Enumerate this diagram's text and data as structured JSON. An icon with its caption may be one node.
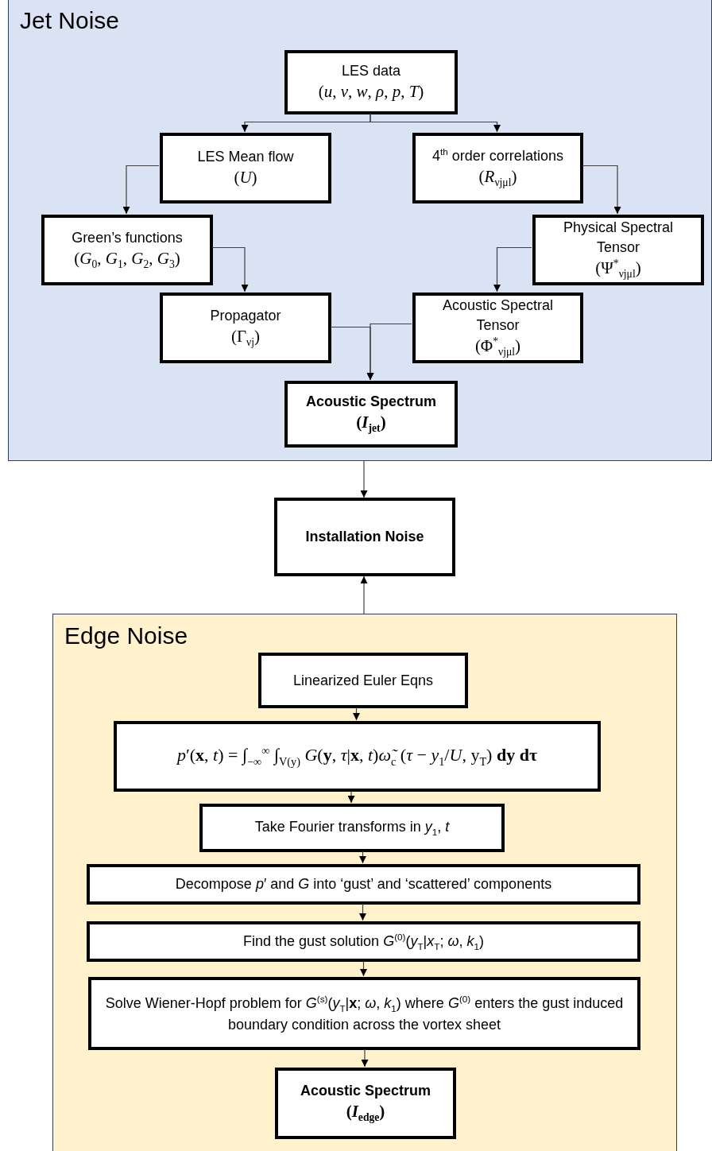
{
  "diagram": {
    "nodes": [
      {
        "text": [
          "Jet Noise"
        ]
      },
      {
        "text": [
          "LES data",
          "(*u*, *v*, *w*, *ρ*, *p*, *T*)"
        ],
        "in": 0
      },
      {
        "text": [
          "LES Mean flow",
          "(*U*)"
        ],
        "in": 0
      },
      {
        "text": [
          "4$^{th}$ order correlations",
          "(*R*$_{νjμl}$)"
        ],
        "in": 0
      },
      {
        "text": [
          "Green’s functions",
          "(*G*$_{0}$, *G*$_{1}$, *G*$_{2}$, *G*$_{3}$)"
        ],
        "in": 0
      },
      {
        "text": [
          "Physical Spectral Tensor",
          "(Ψ$^{*}$$_{νjμl}$)"
        ],
        "in": 0
      },
      {
        "text": [
          "Propagator",
          "(Γ$_{νj}$)"
        ],
        "in": 0
      },
      {
        "text": [
          "Acoustic Spectral Tensor",
          "(Φ$^{*}$$_{νjμl}$)"
        ],
        "in": 0
      },
      {
        "text": [
          "Acoustic Spectrum",
          "(*I*$_{jet}$)"
        ],
        "in": 0
      },
      {
        "text": [
          "Installation Noise"
        ]
      },
      {
        "text": [
          "Edge Noise"
        ]
      },
      {
        "text": [
          "Linearized Euler Eqns"
        ],
        "in": 10
      },
      {
        "text": [
          "*p*′(**x**, *t*) = ∫$_{−∞}$$^{∞}$ ∫$_{V(y)}$ *G*(**y**, *τ*|**x**, *t*)*ω̃*$_{c}$ (*τ* − *y*$_{1}$/*U*, y$_{T}$) **dy** **dτ**"
        ],
        "in": 10
      },
      {
        "text": [
          "Take Fourier transforms in *y*$_{1}$, *t*"
        ],
        "in": 10
      },
      {
        "text": [
          "Decompose *p*′ and *G* into ‘gust’ and ‘scattered’ components"
        ],
        "in": 10
      },
      {
        "text": [
          "Find the gust solution *G*$^{(0)}$(*y*$_{T}$|*x*$_{T}$; *ω*, *k*$_{1}$)"
        ],
        "in": 10
      },
      {
        "text": [
          "Solve Wiener-Hopf problem for *G*$^{(s)}$(*y*$_{T}$|**x**; *ω*, *k*$_{1}$) where *G*$^{(0)}$ enters the gust induced boundary condition across the vortex sheet"
        ],
        "in": 10
      },
      {
        "text": [
          "Acoustic Spectrum",
          "(*I*$_{edge}$)"
        ],
        "in": 10
      }
    ],
    "edges": [
      {
        "from": 1,
        "to": 2,
        "arrow": "to"
      },
      {
        "from": 1,
        "to": 3,
        "arrow": "to"
      },
      {
        "from": 2,
        "to": 4,
        "arrow": "to"
      },
      {
        "from": 3,
        "to": 5,
        "arrow": "to"
      },
      {
        "from": 4,
        "to": 6,
        "arrow": "to"
      },
      {
        "from": 5,
        "to": 7,
        "arrow": "to"
      },
      {
        "from": 6,
        "to": 8,
        "arrow": "to"
      },
      {
        "from": 7,
        "to": 8,
        "arrow": "to"
      },
      {
        "from": 0,
        "to": 9,
        "arrow": "to"
      },
      {
        "from": 10,
        "to": 9,
        "arrow": "to"
      },
      {
        "from": 11,
        "to": 12,
        "arrow": "to"
      },
      {
        "from": 12,
        "to": 13,
        "arrow": "to"
      },
      {
        "from": 13,
        "to": 14,
        "arrow": "to"
      },
      {
        "from": 14,
        "to": 15,
        "arrow": "to"
      },
      {
        "from": 15,
        "to": 16,
        "arrow": "to"
      },
      {
        "from": 16,
        "to": 17,
        "arrow": "to"
      }
    ]
  }
}
